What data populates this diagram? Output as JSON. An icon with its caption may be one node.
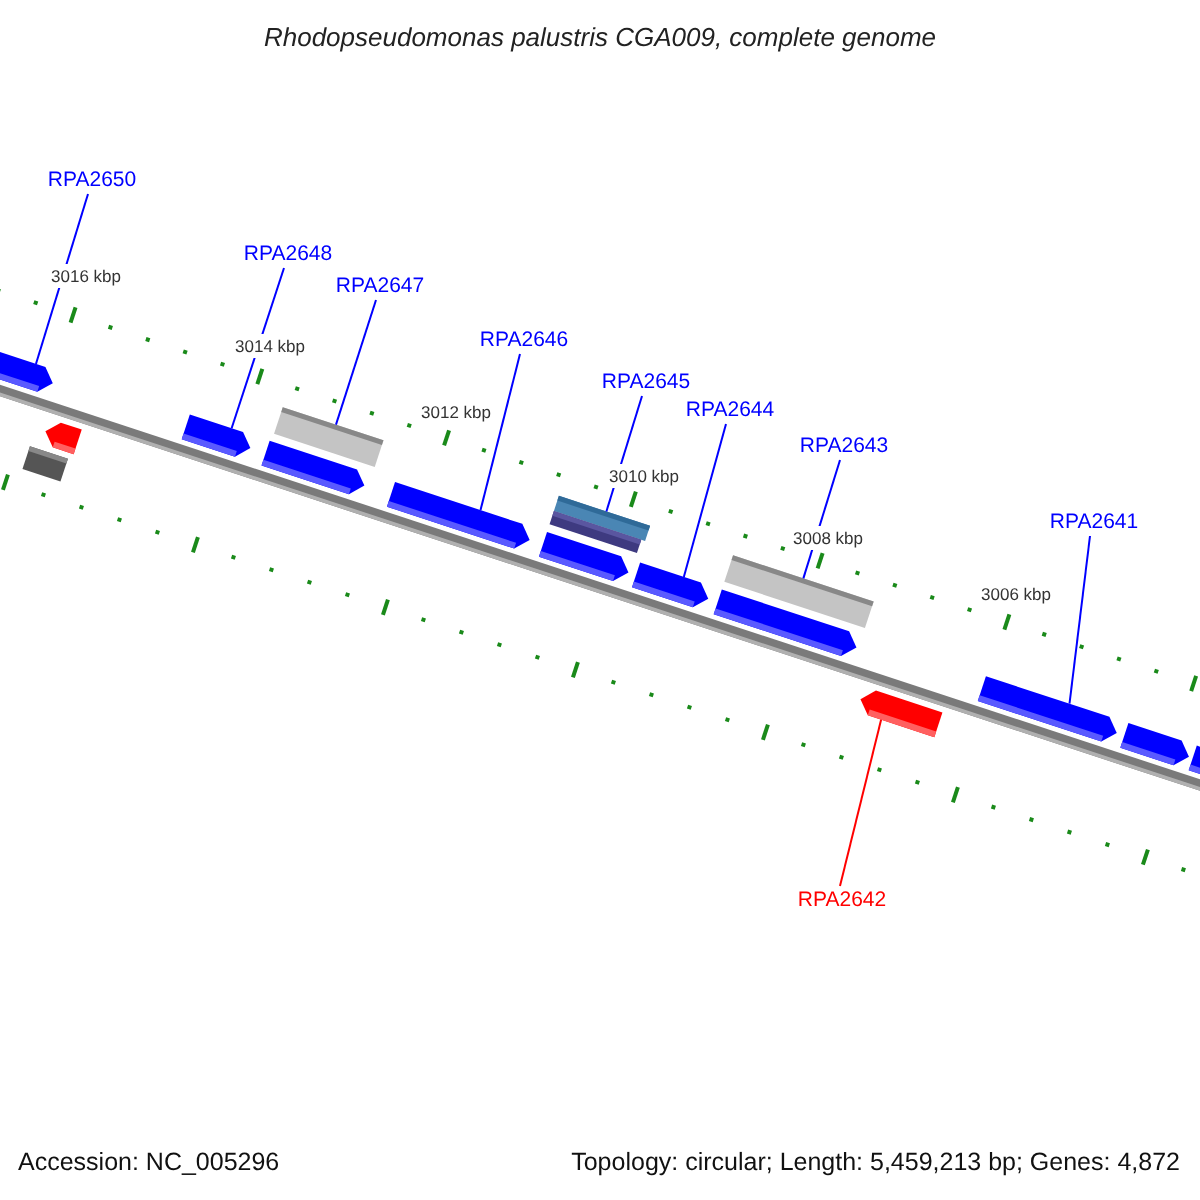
{
  "diagram": {
    "title": "Rhodopseudomonas palustris CGA009, complete genome",
    "nodes": [
      {
        "text": [
          "RPA2650"
        ]
      },
      {
        "text": [
          "RPA2648"
        ]
      },
      {
        "text": [
          "RPA2647"
        ]
      },
      {
        "text": [
          "RPA2646"
        ]
      },
      {
        "text": [
          "RPA2645"
        ]
      },
      {
        "text": [
          "RPA2644"
        ]
      },
      {
        "text": [
          "RPA2643"
        ]
      },
      {
        "text": [
          "RPA2641"
        ]
      },
      {
        "text": [
          "RPA2642"
        ]
      },
      {
        "text": [],
        "shape": "arrow"
      },
      {
        "text": [],
        "shape": "arrow"
      },
      {
        "text": [],
        "shape": "bar"
      },
      {
        "text": [],
        "shape": "arrow"
      },
      {
        "text": [],
        "shape": "arrow"
      },
      {
        "text": [],
        "shape": "bar"
      },
      {
        "text": [],
        "shape": "arrow"
      },
      {
        "text": [],
        "shape": "bar"
      },
      {
        "text": [],
        "shape": "bar"
      },
      {
        "text": [],
        "shape": "arrow"
      },
      {
        "text": [],
        "shape": "arrow"
      },
      {
        "text": [],
        "shape": "arrow"
      },
      {
        "text": [],
        "shape": "bar"
      },
      {
        "text": [],
        "shape": "arrow"
      },
      {
        "text": [],
        "shape": "arrow"
      },
      {
        "text": [],
        "shape": "arrow"
      },
      {
        "text": [],
        "shape": "arrow"
      }
    ],
    "edges": [
      {
        "from": 0,
        "to": 9,
        "arrow": "none"
      },
      {
        "from": 1,
        "to": 12,
        "arrow": "none"
      },
      {
        "from": 2,
        "to": 14,
        "arrow": "none"
      },
      {
        "from": 3,
        "to": 15,
        "arrow": "none"
      },
      {
        "from": 4,
        "to": 16,
        "arrow": "none"
      },
      {
        "from": 5,
        "to": 19,
        "arrow": "none"
      },
      {
        "from": 6,
        "to": 21,
        "arrow": "none"
      },
      {
        "from": 7,
        "to": 23,
        "arrow": "none"
      },
      {
        "from": 8,
        "to": 22,
        "arrow": "none",
        "color": "#ff0000"
      }
    ],
    "labels": [
      "3016 kbp",
      "3014 kbp",
      "3012 kbp",
      "3010 kbp",
      "3008 kbp",
      "3006 kbp",
      "Accession: NC_005296",
      "Topology: circular; Length: 5,459,213 bp; Genes: 4,872"
    ]
  }
}
